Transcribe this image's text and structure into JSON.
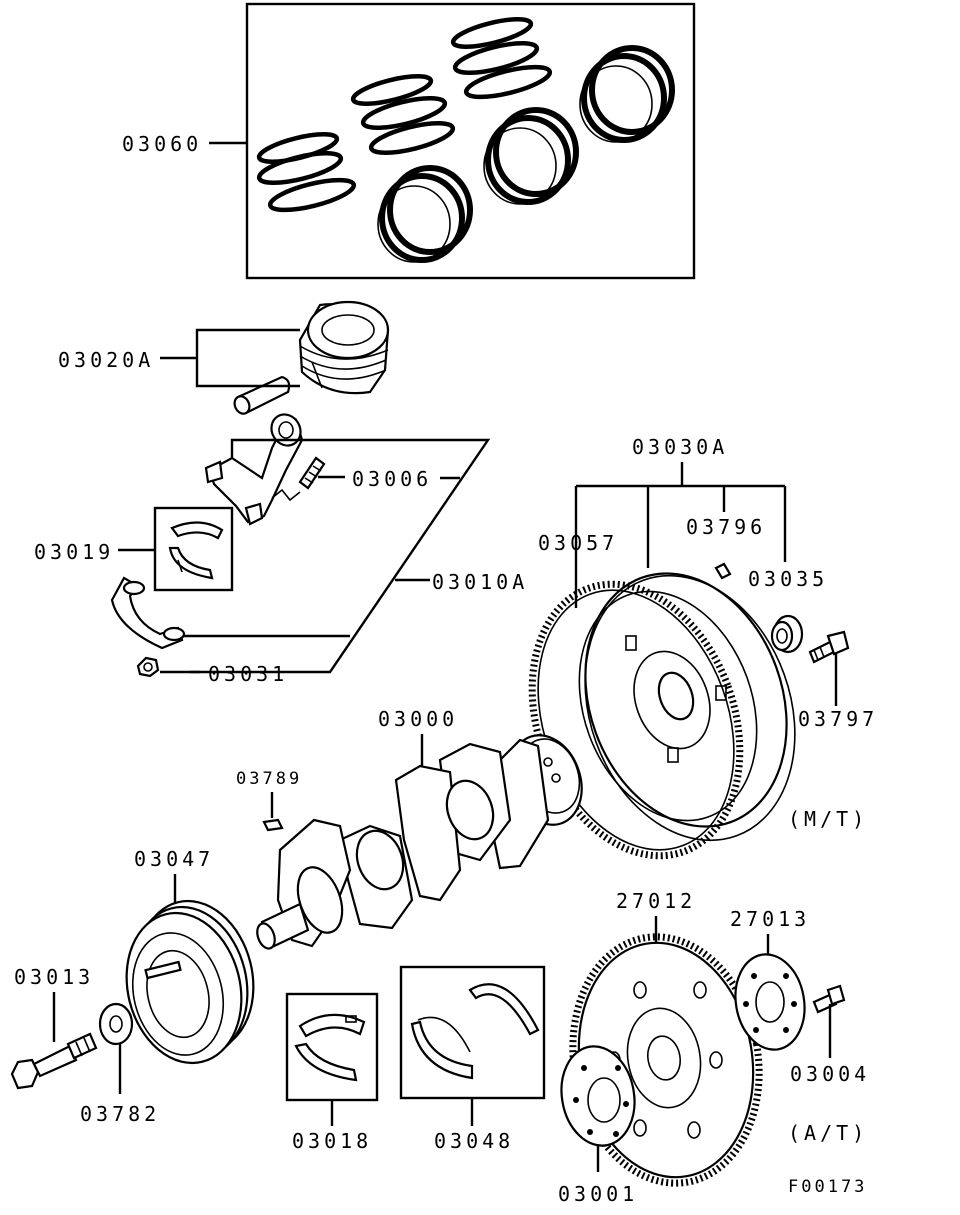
{
  "diagram": {
    "labels": {
      "piston_ring_set": "03060",
      "piston": "03020A",
      "conrod_bolt": "03006",
      "conrod_assy": "03010A",
      "conrod_bearing": "03019",
      "conrod_nut": "03031",
      "flywheel_assy": "03030A",
      "ring_gear": "03057",
      "pin": "03796",
      "bushing": "03035",
      "flywheel_bolt": "03797",
      "crankshaft": "03000",
      "key": "03789",
      "pulley": "03047",
      "pulley_bolt": "03013",
      "washer": "03782",
      "main_bearing": "03018",
      "thrust_bearing": "03048",
      "drive_plate": "27012",
      "adapter_plate": "27013",
      "drive_plate_bolt": "03004",
      "adapter": "03001"
    },
    "notes": {
      "manual": "(M/T)",
      "automatic": "(A/T)"
    },
    "figure_id": "F00173"
  }
}
